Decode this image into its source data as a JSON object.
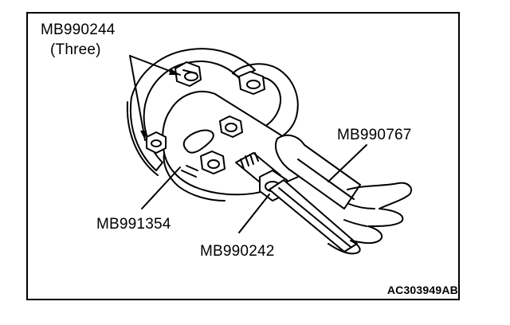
{
  "labels": {
    "tool_top": "MB990244",
    "tool_top_qty": "(Three)",
    "handle_tool": "MB990767",
    "puller_tool": "MB991354",
    "bolt_tool": "MB990242"
  },
  "figure_code": "AC303949AB",
  "colors": {
    "ink": "#000000",
    "paper": "#ffffff"
  }
}
